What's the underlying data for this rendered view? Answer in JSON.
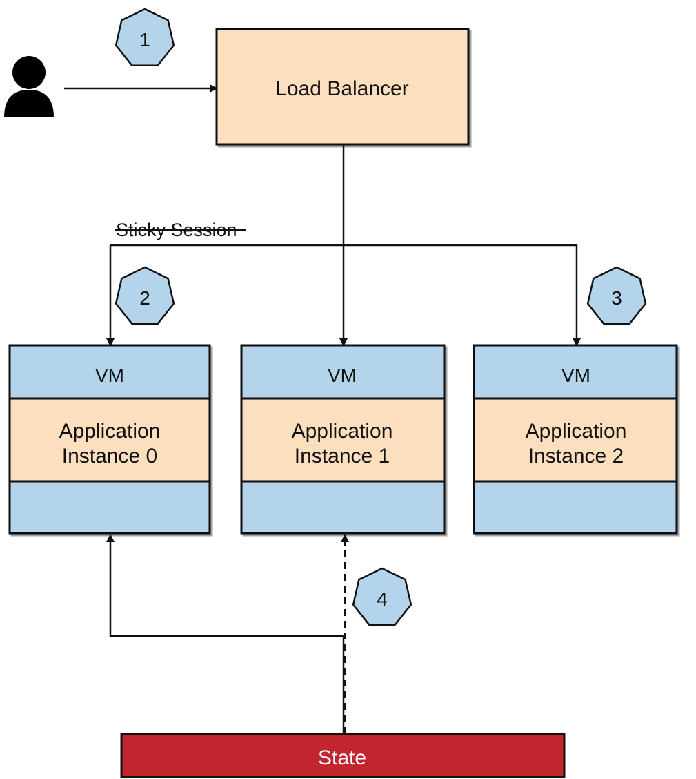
{
  "user": {
    "icon": "person-icon"
  },
  "load_balancer": {
    "label": "Load Balancer"
  },
  "sticky_session": {
    "label": "Sticky Session"
  },
  "badges": [
    "1",
    "2",
    "3",
    "4"
  ],
  "instances": [
    {
      "vm": "VM",
      "app_line1": "Application",
      "app_line2": "Instance 0"
    },
    {
      "vm": "VM",
      "app_line1": "Application",
      "app_line2": "Instance 1"
    },
    {
      "vm": "VM",
      "app_line1": "Application",
      "app_line2": "Instance 2"
    }
  ],
  "state": {
    "label": "State"
  },
  "colors": {
    "peach": "#fbdfbf",
    "blue": "#b3d4ea",
    "red": "#c3252f",
    "badge": "#b3d4ea",
    "line": "#111111"
  }
}
